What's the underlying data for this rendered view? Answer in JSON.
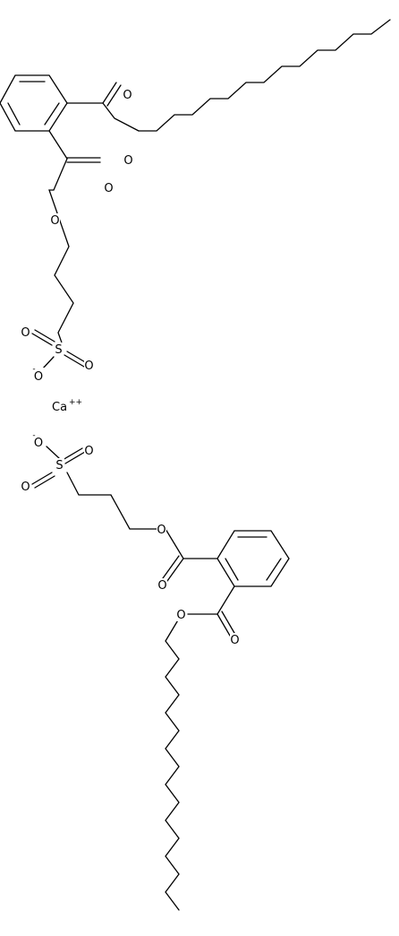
{
  "structure": {
    "atoms": {
      "oxygen": "O",
      "sulfur": "S",
      "calcium": "Ca",
      "calcium_charge": "++",
      "anion_charge": "-"
    }
  }
}
